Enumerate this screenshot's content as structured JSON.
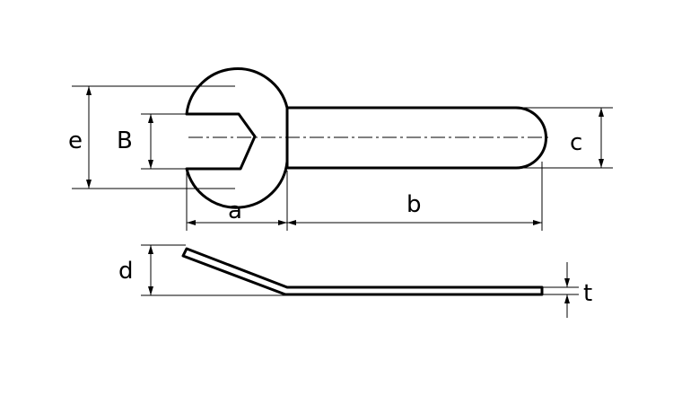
{
  "labels": {
    "e": "e",
    "B": "B",
    "c": "c",
    "a": "a",
    "b": "b",
    "d": "d",
    "t": "t"
  },
  "colors": {
    "line": "#000000",
    "background": "#ffffff"
  }
}
